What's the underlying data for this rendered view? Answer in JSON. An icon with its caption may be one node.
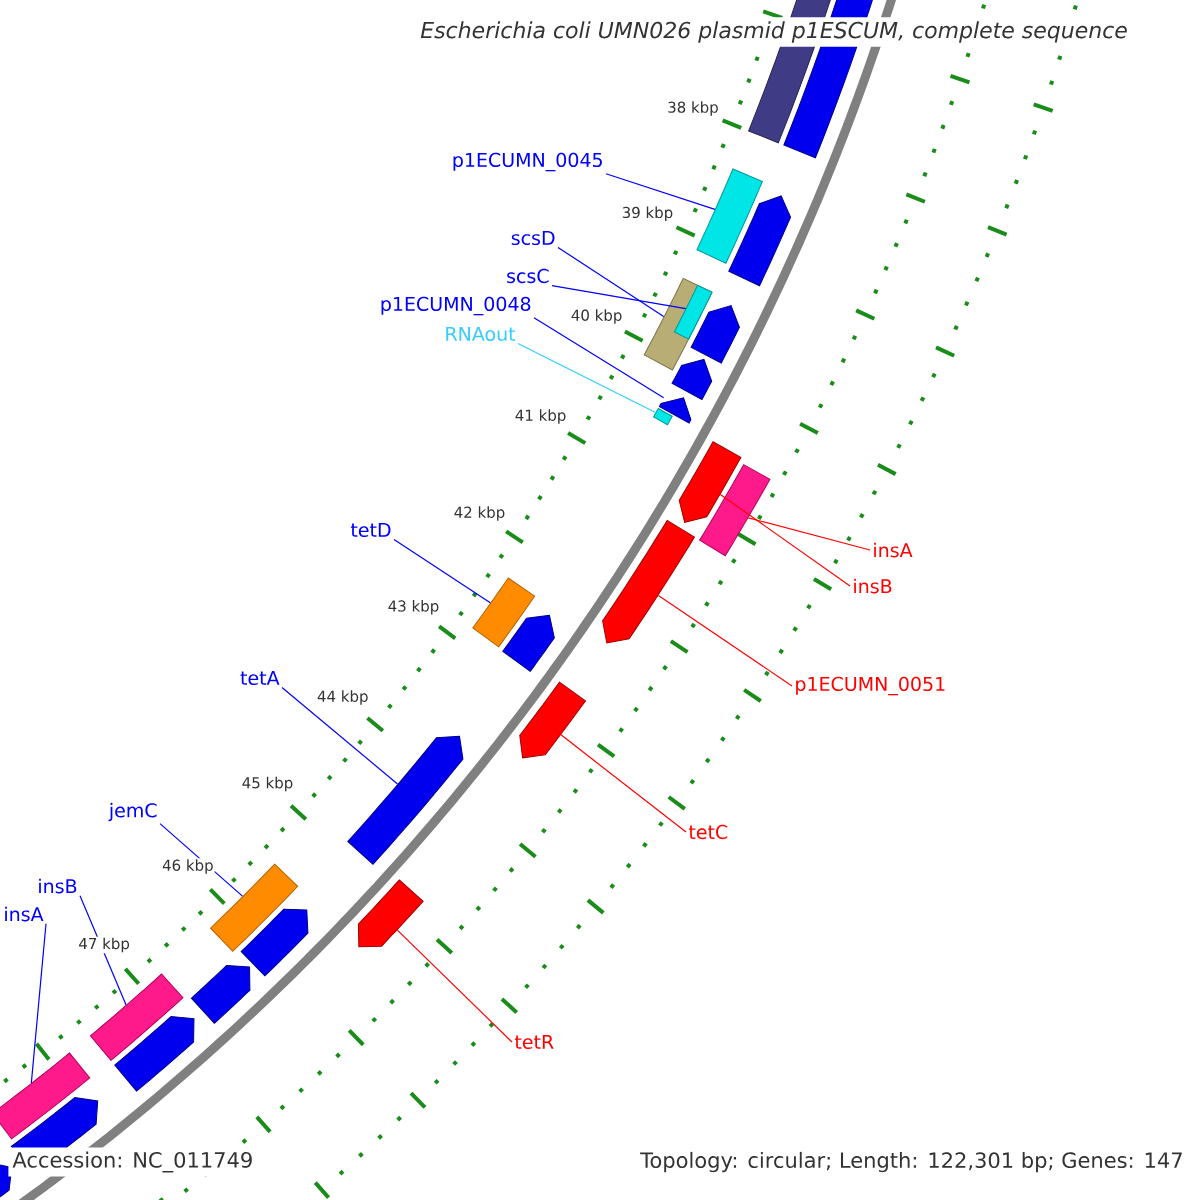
{
  "diagram": {
    "title": "Escherichia coli UMN026 plasmid p1ESCUM, complete sequence",
    "nodes": [
      {
        "text": [
          "p1ECUMN_0045"
        ]
      },
      {
        "text": [
          "scsD"
        ]
      },
      {
        "text": [
          "scsC"
        ]
      },
      {
        "text": [
          "p1ECUMN_0048"
        ]
      },
      {
        "text": [
          "RNAout"
        ]
      },
      {
        "text": [
          "tetD"
        ]
      },
      {
        "text": [
          "insA"
        ]
      },
      {
        "text": [
          "insB"
        ]
      },
      {
        "text": [
          "p1ECUMN_0051"
        ]
      },
      {
        "text": [
          "tetA"
        ]
      },
      {
        "text": [
          "jemC"
        ]
      },
      {
        "text": [
          "tetC"
        ]
      },
      {
        "text": [
          "insB"
        ]
      },
      {
        "text": [
          "insA"
        ]
      },
      {
        "text": [
          "tetR"
        ]
      },
      {
        "text": [],
        "shape": "bar"
      },
      {
        "text": [],
        "shape": "bar"
      },
      {
        "text": [],
        "shape": "bar",
        "in": 16
      },
      {
        "text": [],
        "shape": "arrow"
      },
      {
        "text": [],
        "shape": "box"
      },
      {
        "text": [],
        "shape": "arrow"
      },
      {
        "text": [],
        "shape": "bar"
      },
      {
        "text": [],
        "shape": "arrow"
      },
      {
        "text": [],
        "shape": "bar"
      },
      {
        "text": [],
        "shape": "arrow"
      },
      {
        "text": [],
        "shape": "arrow"
      },
      {
        "text": [],
        "shape": "bar"
      },
      {
        "text": [],
        "shape": "arrow"
      },
      {
        "text": [],
        "shape": "bar"
      },
      {
        "text": [],
        "shape": "bar"
      }
    ],
    "edges": [
      {
        "from": 0,
        "to": 15,
        "arrow": "none"
      },
      {
        "from": 1,
        "to": 16,
        "arrow": "none"
      },
      {
        "from": 2,
        "to": 17,
        "arrow": "none"
      },
      {
        "from": 3,
        "to": 18,
        "arrow": "none"
      },
      {
        "from": 4,
        "to": 19,
        "arrow": "none",
        "color": "#33ccff"
      },
      {
        "from": 5,
        "to": 23,
        "arrow": "none"
      },
      {
        "from": 6,
        "to": 21,
        "arrow": "none",
        "color": "#ff0000"
      },
      {
        "from": 7,
        "to": 20,
        "arrow": "none",
        "color": "#ff0000"
      },
      {
        "from": 8,
        "to": 22,
        "arrow": "none",
        "color": "#ff0000"
      },
      {
        "from": 9,
        "to": 25,
        "arrow": "none"
      },
      {
        "from": 10,
        "to": 26,
        "arrow": "none"
      },
      {
        "from": 11,
        "to": 24,
        "arrow": "none",
        "color": "#ff0000"
      },
      {
        "from": 12,
        "to": 28,
        "arrow": "none"
      },
      {
        "from": 13,
        "to": 29,
        "arrow": "none"
      },
      {
        "from": 14,
        "to": 27,
        "arrow": "none",
        "color": "#ff0000"
      }
    ],
    "labels": [
      "38 kbp",
      "39 kbp",
      "40 kbp",
      "41 kbp",
      "42 kbp",
      "43 kbp",
      "44 kbp",
      "45 kbp",
      "46 kbp",
      "47 kbp",
      "Accession: NC_011749",
      "Topology: circular; Length: 122,301 bp; Genes: 147"
    ]
  }
}
